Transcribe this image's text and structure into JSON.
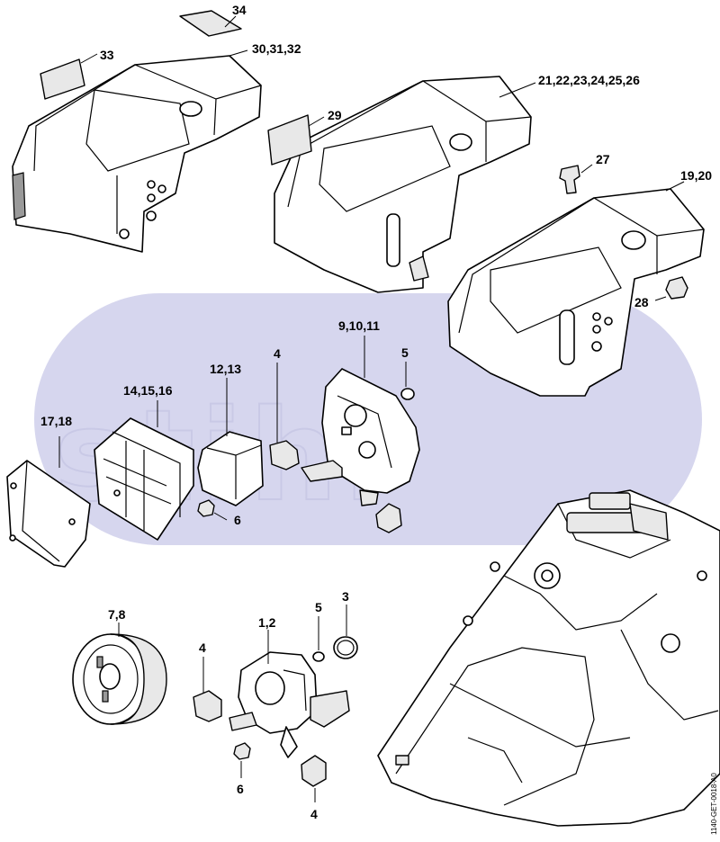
{
  "watermark": "stihl",
  "colors": {
    "band": "#d6d6ee",
    "ink": "#000000",
    "paper": "#ffffff"
  },
  "callouts": {
    "c34": "34",
    "c33": "33",
    "c30_32": "30,31,32",
    "c21_26": "21,22,23,24,25,26",
    "c29": "29",
    "c27": "27",
    "c19_20": "19,20",
    "c28": "28",
    "c9_11": "9,10,11",
    "c5_top": "5",
    "c4_top": "4",
    "c12_13": "12,13",
    "c14_16": "14,15,16",
    "c17_18": "17,18",
    "c6_top": "6",
    "c7_8": "7,8",
    "c1_2": "1,2",
    "c5_bot": "5",
    "c3": "3",
    "c4_left": "4",
    "c6_bot": "6",
    "c4_bot": "4"
  },
  "drawing_code": "1140-GET-0018-A0"
}
